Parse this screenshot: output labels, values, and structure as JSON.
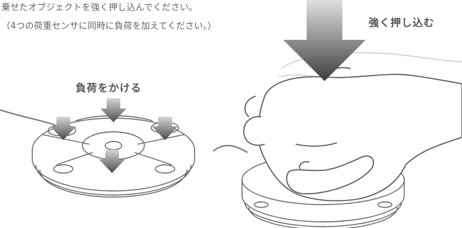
{
  "instructions": {
    "line1": "乗せたオブジェクトを強く押し込んでください。",
    "line2": "（4つの荷重センサに同時に負荷を加えてください。）"
  },
  "labels": {
    "apply_load": "負荷をかける",
    "press_firmly": "強く押し込む"
  },
  "colors": {
    "text": "#666666",
    "label": "#555555",
    "arrow_light": "#c9c9c9",
    "arrow_dark": "#555555",
    "line": "#666666"
  },
  "icons": [
    "down-arrow-icon",
    "hand-icon",
    "load-plate-device"
  ]
}
